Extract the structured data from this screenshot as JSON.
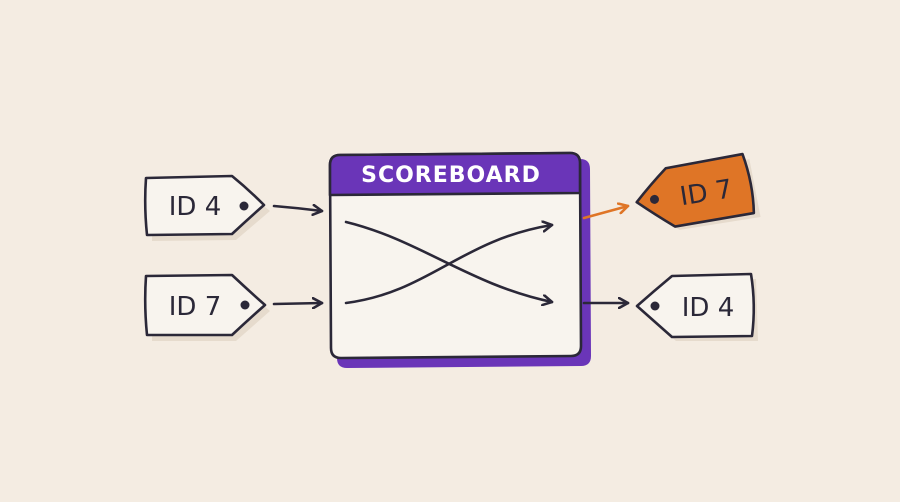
{
  "scoreboard": {
    "title": "SCOREBOARD"
  },
  "inputs": [
    {
      "label": "ID 4"
    },
    {
      "label": "ID 7"
    }
  ],
  "outputs": [
    {
      "label": "ID 7",
      "highlighted": true
    },
    {
      "label": "ID 4",
      "highlighted": false
    }
  ],
  "colors": {
    "background": "#f4ece2",
    "ink": "#2b2838",
    "accent_purple": "#6a35b8",
    "accent_orange": "#df7526",
    "tag_fill": "#f8f4ee",
    "shadow": "#e6dbcd"
  }
}
